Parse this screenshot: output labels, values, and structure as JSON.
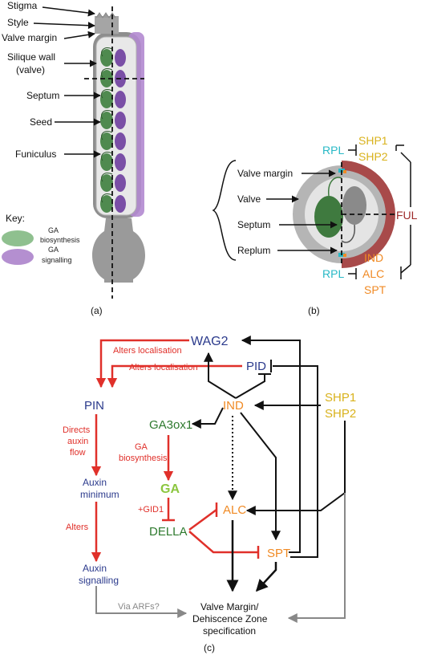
{
  "panel_a": {
    "caption": "(a)",
    "labels": {
      "stigma": "Stigma",
      "style": "Style",
      "valve_margin": "Valve margin",
      "silique_wall_1": "Silique wall",
      "silique_wall_2": "(valve)",
      "septum": "Septum",
      "seed": "Seed",
      "funiculus": "Funiculus"
    },
    "key": {
      "title": "Key:",
      "ga_bio_1": "GA",
      "ga_bio_2": "biosynthesis",
      "ga_sig_1": "GA",
      "ga_sig_2": "signalling"
    }
  },
  "panel_b": {
    "caption": "(b)",
    "labels": {
      "valve_margin": "Valve margin",
      "valve": "Valve",
      "septum": "Septum",
      "replum": "Replum"
    },
    "genes": {
      "rpl_top": "RPL",
      "shp1": "SHP1",
      "shp2": "SHP2",
      "ful": "FUL",
      "rpl_bottom": "RPL",
      "ind": "IND",
      "alc": "ALC",
      "spt": "SPT"
    }
  },
  "panel_c": {
    "caption": "(c)",
    "nodes": {
      "wag2": "WAG2",
      "pid": "PID",
      "pin": "PIN",
      "ind": "IND",
      "shp1": "SHP1",
      "shp2": "SHP2",
      "ga3ox1": "GA3ox1",
      "ga": "GA",
      "della": "DELLA",
      "alc": "ALC",
      "spt": "SPT",
      "auxin_min_1": "Auxin",
      "auxin_min_2": "minimum",
      "auxin_sig_1": "Auxin",
      "auxin_sig_2": "signalling",
      "vm_1": "Valve Margin/",
      "vm_2": "Dehiscence Zone",
      "vm_3": "specification"
    },
    "edge_labels": {
      "alters_loc_1": "Alters localisation",
      "alters_loc_2": "Alters localisation",
      "directs_1": "Directs",
      "directs_2": "auxin",
      "directs_3": "flow",
      "ga_bio_1": "GA",
      "ga_bio_2": "biosynthesis",
      "gid1": "+GID1",
      "alters": "Alters",
      "via_arfs": "Via ARFs?"
    }
  },
  "colors": {
    "red": "#e0302a",
    "blue": "#2b3a8c",
    "orange": "#f08a24",
    "yellow": "#d9b21c",
    "green": "#2e7a2e",
    "light_green": "#8cc63f",
    "cyan": "#28b9c6",
    "brown": "#9e2a2a",
    "ga_bio_oval": "#8fc08f",
    "ga_sig_oval": "#b48fd0"
  }
}
